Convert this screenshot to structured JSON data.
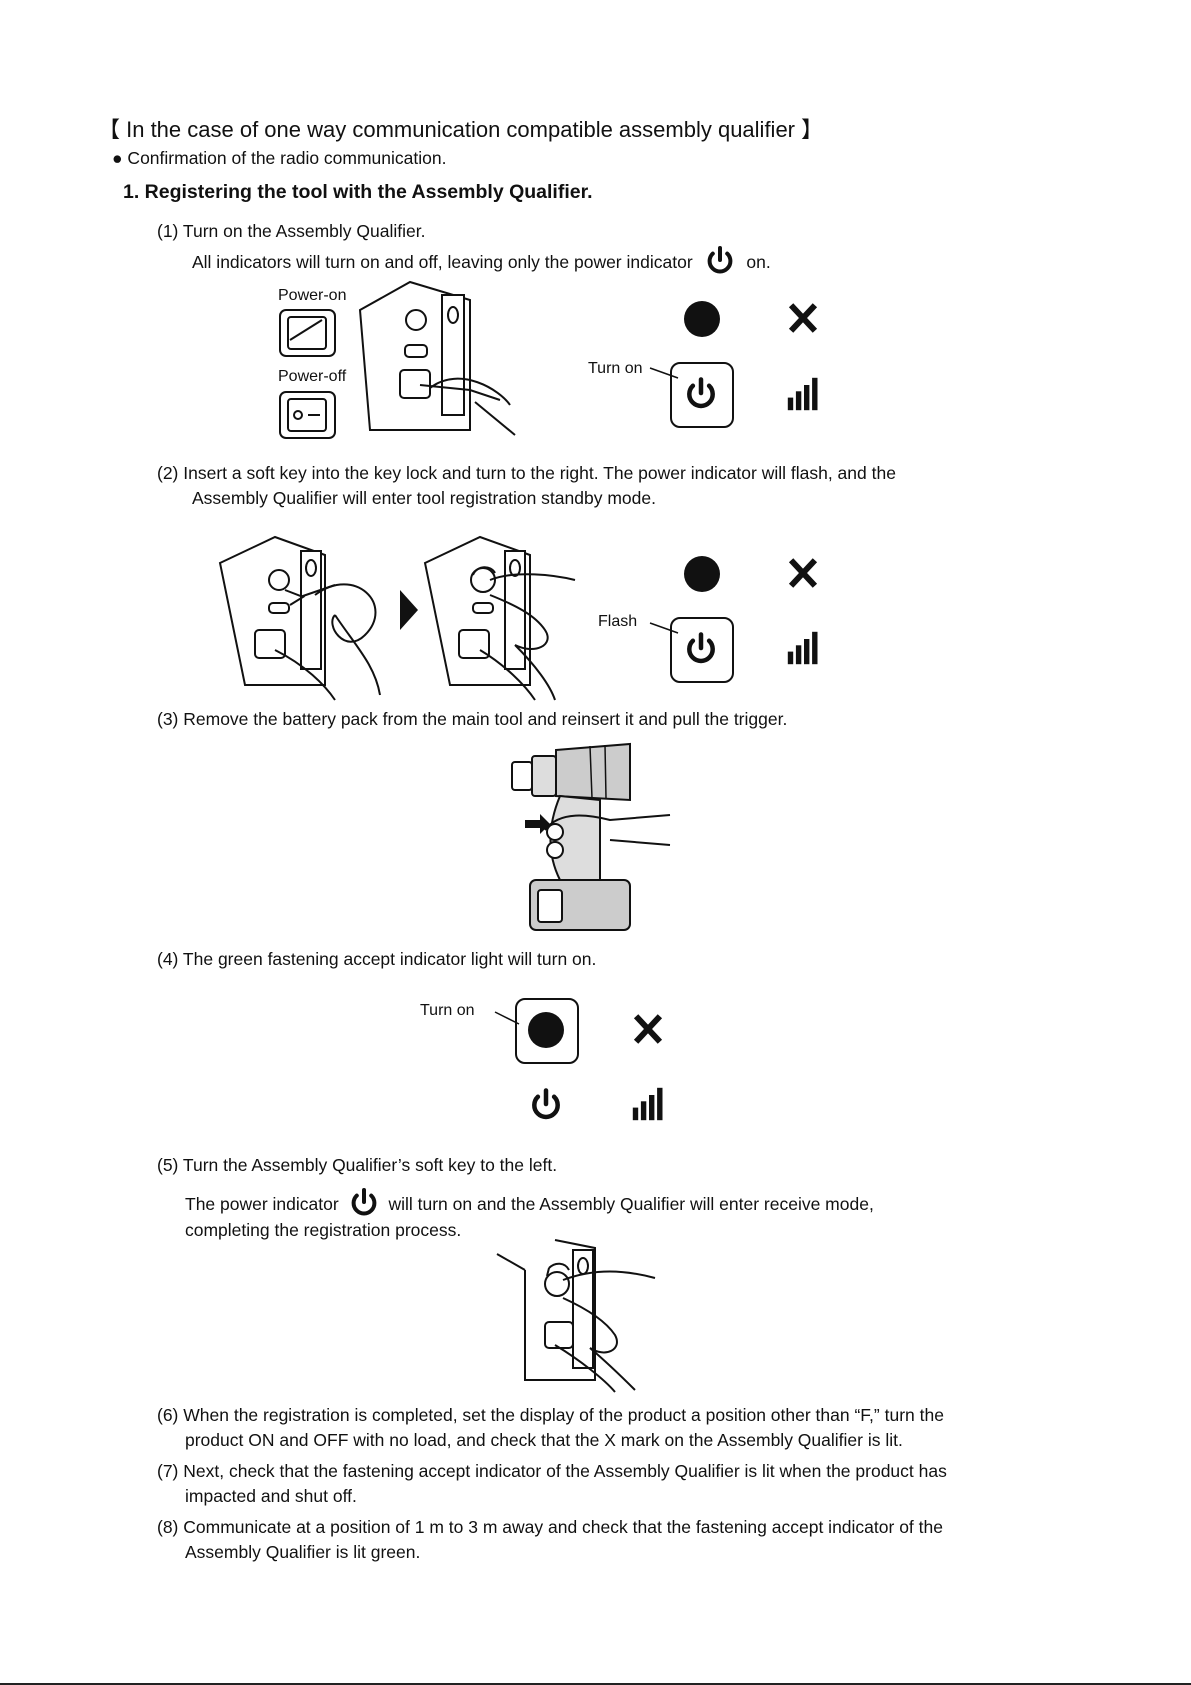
{
  "heading": "【 In the case of one way communication compatible assembly qualifier 】",
  "bullet": "● Confirmation of the radio communication.",
  "section": "1. Registering the tool with the Assembly Qualifier.",
  "step1": {
    "line1": "(1)  Turn on the Assembly Qualifier.",
    "line2_a": "All indicators will turn on and off, leaving only the power indicator",
    "line2_b": "on.",
    "label_power_on": "Power-on",
    "label_power_off": "Power-off",
    "label_turn_on": "Turn on"
  },
  "step2": {
    "line1": "(2)  Insert a soft key into the key lock and turn to the right. The power indicator will flash, and the",
    "line2": "Assembly Qualifier will enter tool registration standby mode.",
    "label_flash": "Flash"
  },
  "step3": {
    "line1": "(3) Remove the battery pack from the main tool and reinsert it and pull the trigger."
  },
  "step4": {
    "line1": "(4) The green fastening accept indicator light will turn on.",
    "label_turn_on": "Turn on"
  },
  "step5": {
    "line1": "(5) Turn the Assembly Qualifier’s soft key to the left.",
    "line2_a": "The power indicator",
    "line2_b": "will turn on and the Assembly Qualifier will enter receive mode,",
    "line3": "completing the registration process."
  },
  "step6": {
    "line1": "(6) When the registration is completed, set the display of the product a position other than “F,” turn the",
    "line2": "product ON and OFF with no load, and check that the X mark on the Assembly Qualifier is lit."
  },
  "step7": {
    "line1": "(7) Next, check that the fastening accept indicator of the Assembly Qualifier is lit when the product has",
    "line2": "impacted and shut off."
  },
  "step8": {
    "line1": "(8) Communicate at a position of 1 m to 3 m away and check that the fastening accept indicator of the",
    "line2": "Assembly Qualifier is lit green."
  },
  "icons": [
    "power-icon",
    "x-mark-icon",
    "signal-bars-icon",
    "indicator-dot-icon"
  ]
}
